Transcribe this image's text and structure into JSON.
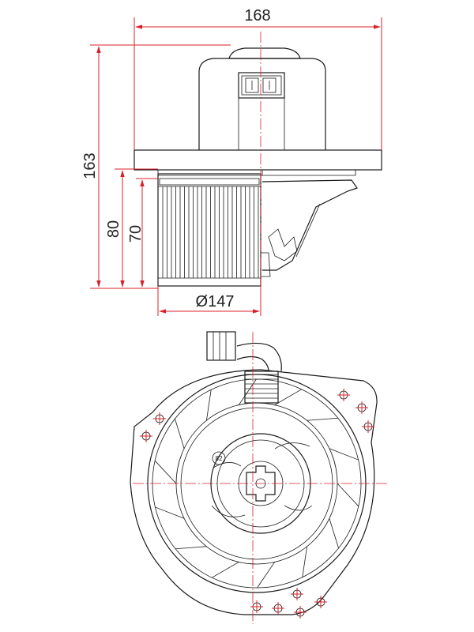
{
  "dimensions": {
    "width": "168",
    "height_total": "163",
    "height_wheel_a": "80",
    "height_wheel_b": "70",
    "diameter": "Ø147"
  },
  "labels": {
    "motor_mark": "82"
  },
  "colors": {
    "line": "#1a1a1a",
    "dimension": "#d8202a",
    "background": "#ffffff"
  }
}
